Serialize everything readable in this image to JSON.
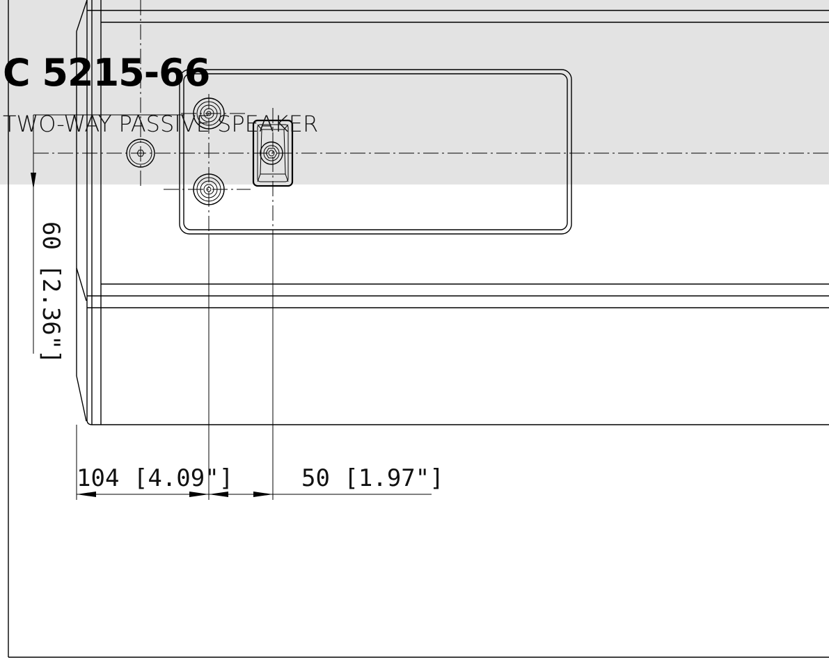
{
  "header": {
    "model": "C 5215-66",
    "description": "TWO-WAY PASSIVE SPEAKER",
    "band_color": "#e3e3e3"
  },
  "dimensions": {
    "vertical": "60 [2.36\"]",
    "horizontal_left": "104 [4.09\"]",
    "horizontal_right": "50 [1.97\"]"
  }
}
